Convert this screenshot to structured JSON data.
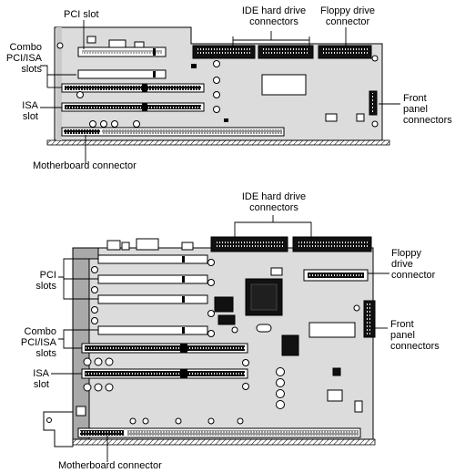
{
  "top": {
    "pci_slot": "PCI slot",
    "ide_hard_drive_connectors": [
      "IDE hard drive",
      "connectors"
    ],
    "floppy_drive_connector": [
      "Floppy drive",
      "connector"
    ],
    "combo_slots": [
      "Combo",
      "PCI/ISA",
      "slots"
    ],
    "isa_slot": [
      "ISA",
      "slot"
    ],
    "front_panel_connectors": [
      "Front",
      "panel",
      "connectors"
    ],
    "motherboard_connector": "Motherboard connector"
  },
  "bottom": {
    "ide_hard_drive_connectors": [
      "IDE hard drive",
      "connectors"
    ],
    "floppy_drive_connector": [
      "Floppy",
      "drive",
      "connector"
    ],
    "pci_slots": [
      "PCI",
      "slots"
    ],
    "combo_slots": [
      "Combo",
      "PCI/ISA",
      "slots"
    ],
    "isa_slot": [
      "ISA",
      "slot"
    ],
    "front_panel_connectors": [
      "Front",
      "panel",
      "connectors"
    ],
    "motherboard_connector": "Motherboard connector"
  },
  "colors": {
    "board": "#dcdcdc",
    "board_shade": "#a9a9a9",
    "stroke": "#000000",
    "dark": "#1a1a1a"
  }
}
